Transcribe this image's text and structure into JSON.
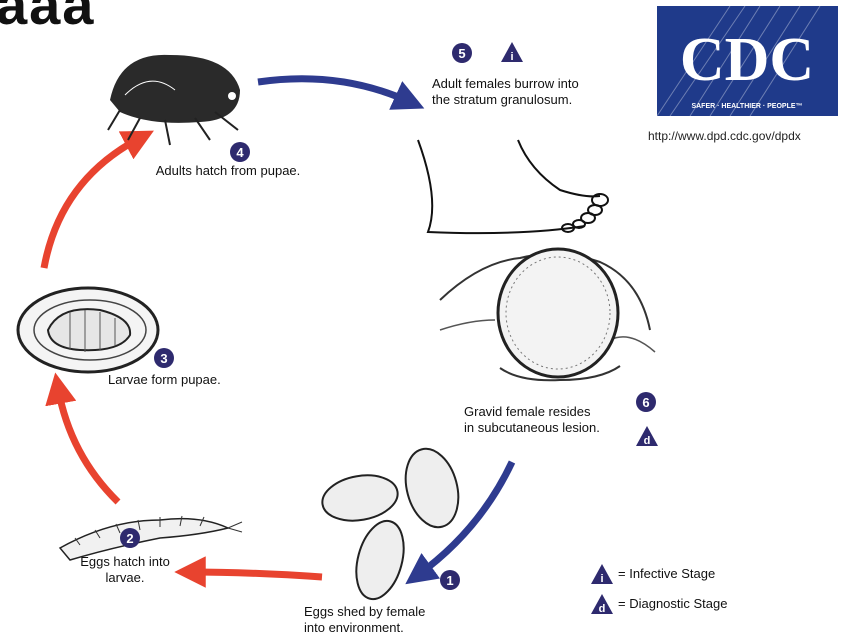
{
  "corner_text": "aaa",
  "logo": {
    "name": "CDC",
    "tagline": "SAFER · HEALTHIER · PEOPLE™"
  },
  "url": "http://www.dpd.cdc.gov/dpdx",
  "stages": {
    "s1": {
      "number": "1",
      "text_line1": "Eggs shed by female",
      "text_line2": "into environment."
    },
    "s2": {
      "number": "2",
      "text_line1": "Eggs hatch into",
      "text_line2": "larvae."
    },
    "s3": {
      "number": "3",
      "text_line1": "Larvae form pupae."
    },
    "s4": {
      "number": "4",
      "text_line1": "Adults hatch from pupae."
    },
    "s5": {
      "number": "5",
      "marker": "i",
      "text_line1": "Adult females burrow into",
      "text_line2": "the stratum granulosum."
    },
    "s6": {
      "number": "6",
      "marker": "d",
      "text_line1": "Gravid female resides",
      "text_line2": "in subcutaneous lesion."
    }
  },
  "legend": {
    "infective": {
      "marker": "i",
      "label": "= Infective Stage"
    },
    "diagnostic": {
      "marker": "d",
      "label": "= Diagnostic Stage"
    }
  },
  "colors": {
    "badge": "#2e2a6e",
    "red_arrow": "#e8432f",
    "blue_arrow": "#2e3b8f",
    "logo_blue": "#1f3a8a"
  }
}
